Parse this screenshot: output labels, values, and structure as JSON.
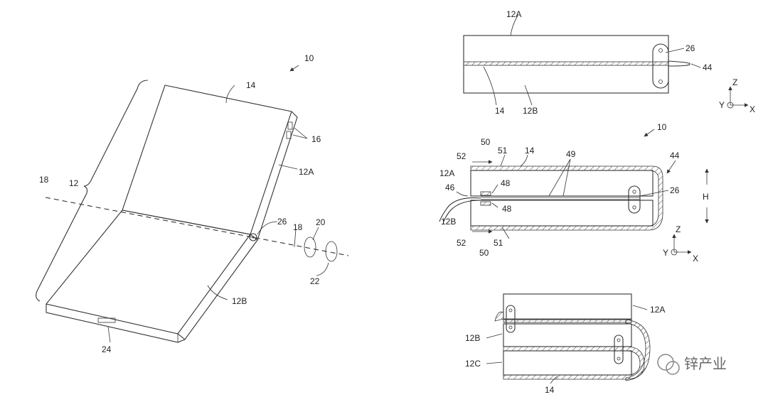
{
  "labels": {
    "fig1": {
      "ref10": "10",
      "ref14": "14",
      "ref16": "16",
      "ref12A": "12A",
      "ref12": "12",
      "ref18a": "18",
      "ref18b": "18",
      "ref26": "26",
      "ref20": "20",
      "ref22": "22",
      "ref12B": "12B",
      "ref24": "24"
    },
    "fig2": {
      "ref12A": "12A",
      "ref26": "26",
      "ref44": "44",
      "ref14": "14",
      "ref12B": "12B",
      "axis_z": "Z",
      "axis_y": "Y",
      "axis_x": "X"
    },
    "fig3": {
      "ref10": "10",
      "ref50a": "50",
      "ref52a": "52",
      "ref51a": "51",
      "ref14": "14",
      "ref49": "49",
      "ref44": "44",
      "ref12A": "12A",
      "ref46": "46",
      "ref48a": "48",
      "ref48b": "48",
      "ref26": "26",
      "refH": "H",
      "ref12B": "12B",
      "ref52b": "52",
      "ref51b": "51",
      "ref50b": "50",
      "axis_z": "Z",
      "axis_y": "Y",
      "axis_x": "X"
    },
    "fig4": {
      "ref12A": "12A",
      "ref12B": "12B",
      "ref12C": "12C",
      "ref14": "14"
    }
  },
  "watermark": "锌产业"
}
